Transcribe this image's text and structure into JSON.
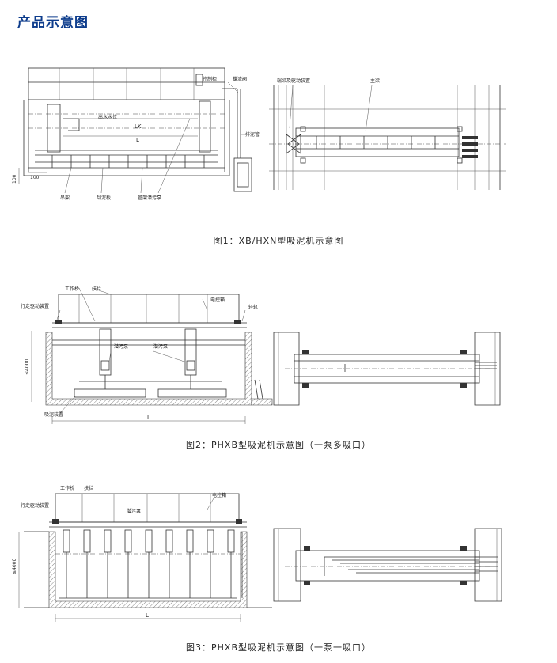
{
  "page_title": "产品示意图",
  "figure1": {
    "caption": "图1：XB/HXN型吸泥机示意图",
    "labels": {
      "control_cabinet": "控制柜",
      "gate_valve": "蝶流阀",
      "outlet_level": "出水水位",
      "lk": "LK",
      "l": "L",
      "dim_100_bottom": "100",
      "dim_100_side": "100",
      "discharge_pipe": "排泥管",
      "hanger": "吊架",
      "scraper": "刮泥板",
      "pipe_rack_pump": "管架潜污泵",
      "end_beam_drive": "端梁及驱动装置",
      "main_beam": "主梁"
    }
  },
  "figure2": {
    "caption": "图2：PHXB型吸泥机示意图（一泵多吸口）",
    "labels": {
      "work_bridge": "工作桥",
      "handrail": "扶拦",
      "travel_drive": "行走驱动装置",
      "electric_box": "电控箱",
      "light_rail": "轻轨",
      "pump_left": "潜污泵",
      "pump_right": "潜污泵",
      "depth": "≤4000",
      "suction_device": "吸泥装置",
      "l": "L"
    }
  },
  "figure3": {
    "caption": "图3：PHXB型吸泥机示意图（一泵一吸口）",
    "labels": {
      "work_bridge": "工作桥",
      "handrail": "扶拦",
      "electric_box": "电控箱",
      "travel_drive": "行走驱动装置",
      "pump": "潜污泵",
      "depth": "≤4000",
      "l": "L"
    }
  }
}
